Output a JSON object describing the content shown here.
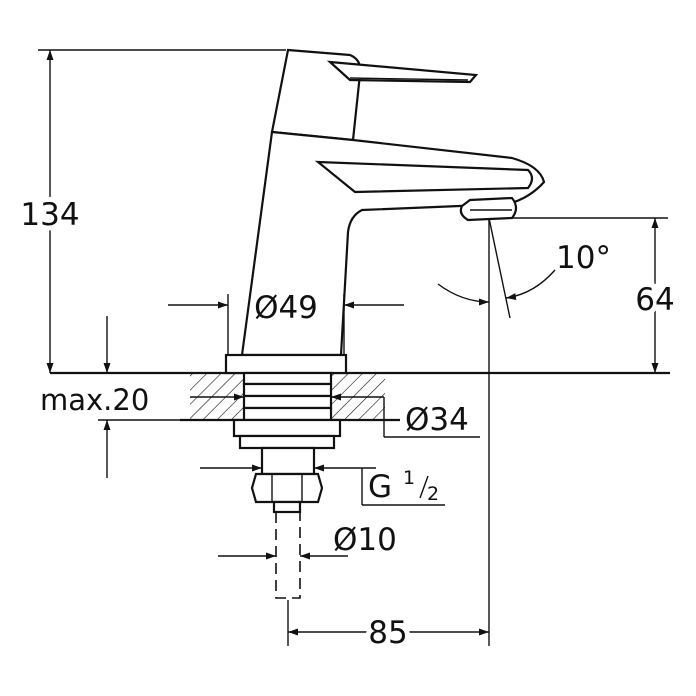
{
  "drawing": {
    "dimensions": {
      "total_height": "134",
      "spout_height": "64",
      "spout_projection": "85",
      "base_diameter": "Ø49",
      "hole_diameter": "Ø34",
      "pipe_diameter": "Ø10",
      "max_thickness": "max.20",
      "spout_angle": "10°",
      "thread_prefix": "G",
      "thread_num": "1",
      "thread_den": "2"
    },
    "colors": {
      "line": "#111111",
      "background": "#ffffff"
    }
  }
}
